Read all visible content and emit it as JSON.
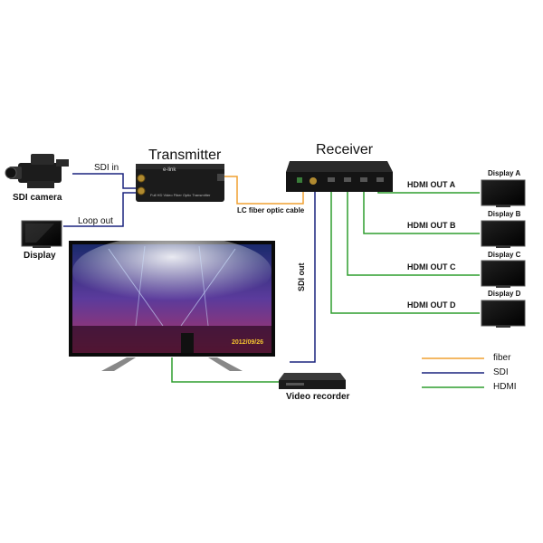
{
  "titles": {
    "transmitter": "Transmitter",
    "receiver": "Receiver"
  },
  "devices": {
    "sdi_camera": "SDI camera",
    "display_left": "Display",
    "display_a": "Display A",
    "display_b": "Display B",
    "display_c": "Display C",
    "display_d": "Display D",
    "video_recorder": "Video recorder"
  },
  "connections": {
    "sdi_in": "SDI in",
    "loop_out": "Loop out",
    "lc_fiber": "LC fiber optic cable",
    "sdi_out": "SDI out",
    "hdmi_out_a": "HDMI OUT A",
    "hdmi_out_b": "HDMI OUT B",
    "hdmi_out_c": "HDMI OUT C",
    "hdmi_out_d": "HDMI OUT D"
  },
  "device_text": {
    "brand": "e-link",
    "transmitter_caption": "Full HD Video Fiber Optic Transmitter",
    "tv_date": "2012/09/26"
  },
  "legend": [
    {
      "label": "fiber",
      "color": "#f0a030"
    },
    {
      "label": "SDI",
      "color": "#1a237e"
    },
    {
      "label": "HDMI",
      "color": "#2e9d2e"
    }
  ],
  "colors": {
    "fiber": "#f0a030",
    "sdi": "#1a237e",
    "hdmi": "#2e9d2e"
  }
}
